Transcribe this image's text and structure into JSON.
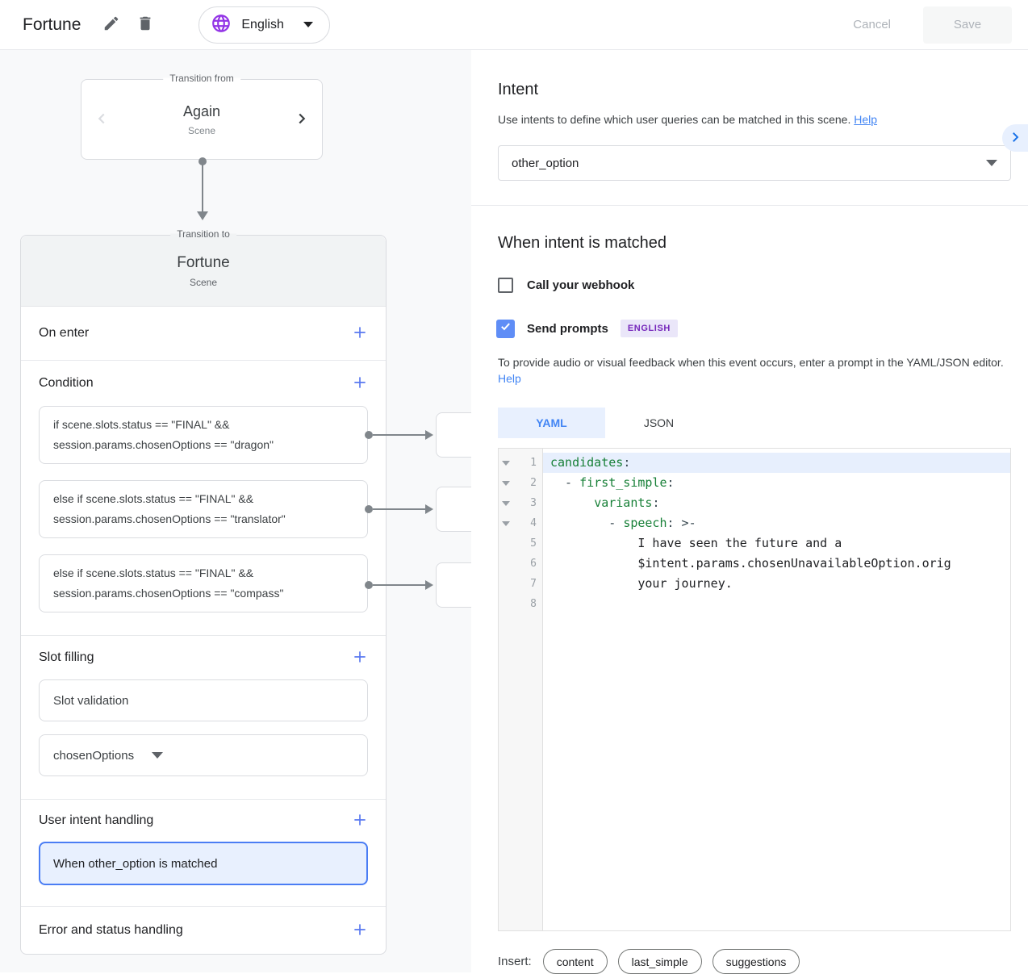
{
  "topbar": {
    "title": "Fortune",
    "language": "English",
    "cancel_label": "Cancel",
    "save_label": "Save"
  },
  "canvas": {
    "transition_from": {
      "legend": "Transition from",
      "name": "Again",
      "type": "Scene"
    },
    "transition_to": {
      "legend": "Transition to",
      "name": "Fortune",
      "type": "Scene"
    },
    "sections": {
      "on_enter": "On enter",
      "condition": "Condition",
      "slot_filling": "Slot filling",
      "user_intent_handling": "User intent handling",
      "error_handling": "Error and status handling"
    },
    "conditions": [
      {
        "line1": "if scene.slots.status == \"FINAL\" &&",
        "line2": "session.params.chosenOptions == \"dragon\""
      },
      {
        "line1": "else if scene.slots.status == \"FINAL\" &&",
        "line2": "session.params.chosenOptions == \"translator\""
      },
      {
        "line1": "else if scene.slots.status == \"FINAL\" &&",
        "line2": "session.params.chosenOptions == \"compass\""
      }
    ],
    "slot_validation_label": "Slot validation",
    "slot_name": "chosenOptions",
    "intent_handler_label": "When other_option is matched"
  },
  "intent_panel": {
    "title": "Intent",
    "description": "Use intents to define which user queries can be matched in this scene.",
    "help_label": "Help",
    "selected_intent": "other_option",
    "matched_title": "When intent is matched",
    "webhook_label": "Call your webhook",
    "prompts_label": "Send prompts",
    "language_badge": "ENGLISH",
    "prompt_description": "To provide audio or visual feedback when this event occurs, enter a prompt in the YAML/JSON editor.",
    "prompt_help_label": "Help",
    "tabs": [
      {
        "label": "YAML",
        "active": true
      },
      {
        "label": "JSON",
        "active": false
      }
    ],
    "insert_label": "Insert:",
    "insert_chips": [
      "content",
      "last_simple",
      "suggestions"
    ]
  },
  "editor": {
    "line_numbers": [
      "1",
      "2",
      "3",
      "4",
      "5",
      "6",
      "7",
      "8"
    ],
    "lines": [
      {
        "pre": "",
        "key": "candidates",
        "post": ":"
      },
      {
        "pre": "  - ",
        "key": "first_simple",
        "post": ":"
      },
      {
        "pre": "      ",
        "key": "variants",
        "post": ":"
      },
      {
        "pre": "        - ",
        "key": "speech",
        "post": ": >-"
      },
      {
        "text": "            I have seen the future and a"
      },
      {
        "text": "            $intent.params.chosenUnavailableOption.orig"
      },
      {
        "text": "            your journey."
      },
      {
        "text": ""
      }
    ]
  },
  "colors": {
    "accent_blue": "#4285f4",
    "selected_bg": "#e8f0fe",
    "plus_blue": "#5878f0",
    "checkbox_checked": "#5f8df6",
    "badge_bg": "#eae6f9",
    "badge_text": "#7627bb",
    "globe_purple": "#9334e6",
    "code_key_green": "#188038",
    "arrow_gray": "#80868b",
    "canvas_bg": "#f8f9fa",
    "card_header_bg": "#f1f3f4"
  }
}
